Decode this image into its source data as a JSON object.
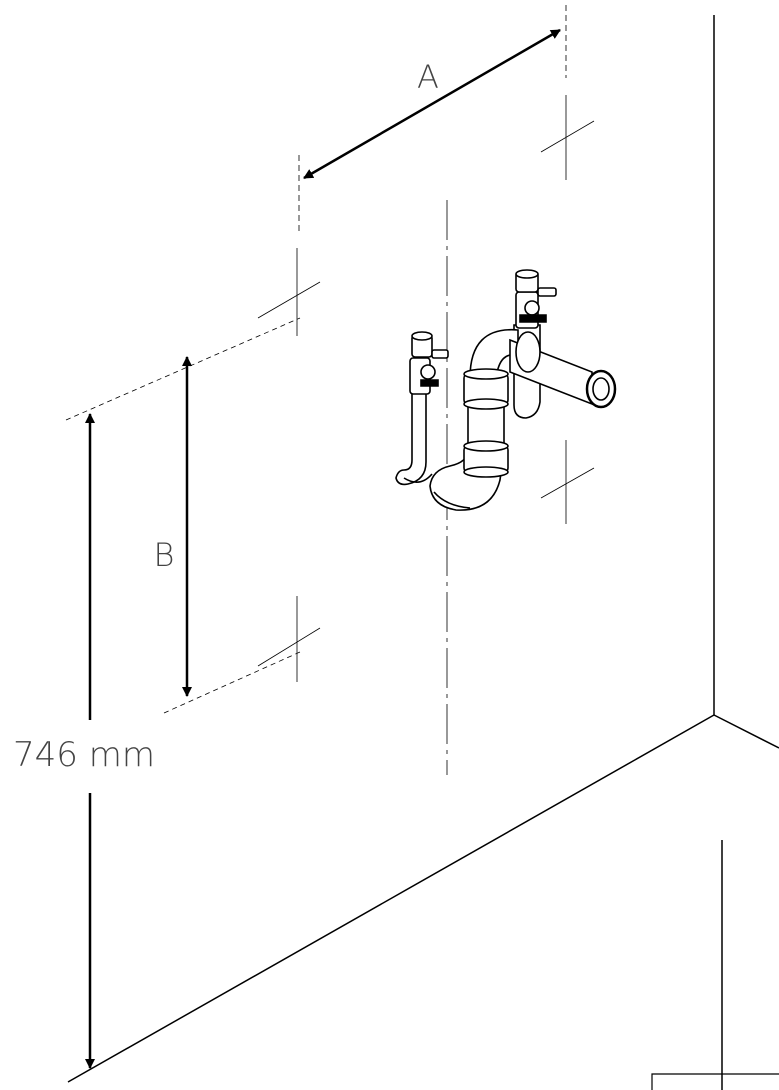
{
  "labels": {
    "a": "A",
    "b": "B",
    "height": "746 mm"
  },
  "colors": {
    "line": "#000000",
    "text": "#444444",
    "background": "#ffffff"
  }
}
